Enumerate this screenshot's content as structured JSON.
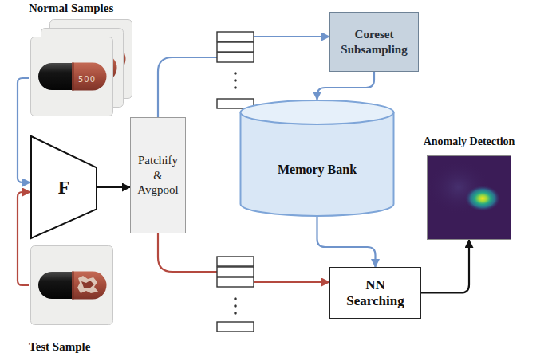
{
  "diagram": {
    "nodes": [
      {
        "text": [
          "Normal Samples"
        ]
      },
      {
        "text": [
          "F"
        ]
      },
      {
        "text": [
          "Patchify & Avgpool"
        ]
      },
      {
        "text": [
          "Coreset Subsampling"
        ]
      },
      {
        "text": [
          "Memory Bank"
        ]
      },
      {
        "text": [
          "NN Searching"
        ]
      },
      {
        "text": [
          "Anomaly Detection"
        ]
      },
      {
        "text": [
          "Test Sample"
        ]
      }
    ],
    "edges": [
      {
        "from": 0,
        "to": 1,
        "arrow": "to"
      },
      {
        "from": 7,
        "to": 1,
        "arrow": "to"
      },
      {
        "from": 1,
        "to": 2,
        "arrow": "to"
      },
      {
        "from": 2,
        "to": 3,
        "arrow": "to"
      },
      {
        "from": 3,
        "to": 4,
        "arrow": "to"
      },
      {
        "from": 4,
        "to": 5,
        "arrow": "to"
      },
      {
        "from": 2,
        "to": 5,
        "arrow": "to"
      },
      {
        "from": 5,
        "to": 6,
        "arrow": "to"
      }
    ],
    "labels": [
      "500"
    ]
  }
}
